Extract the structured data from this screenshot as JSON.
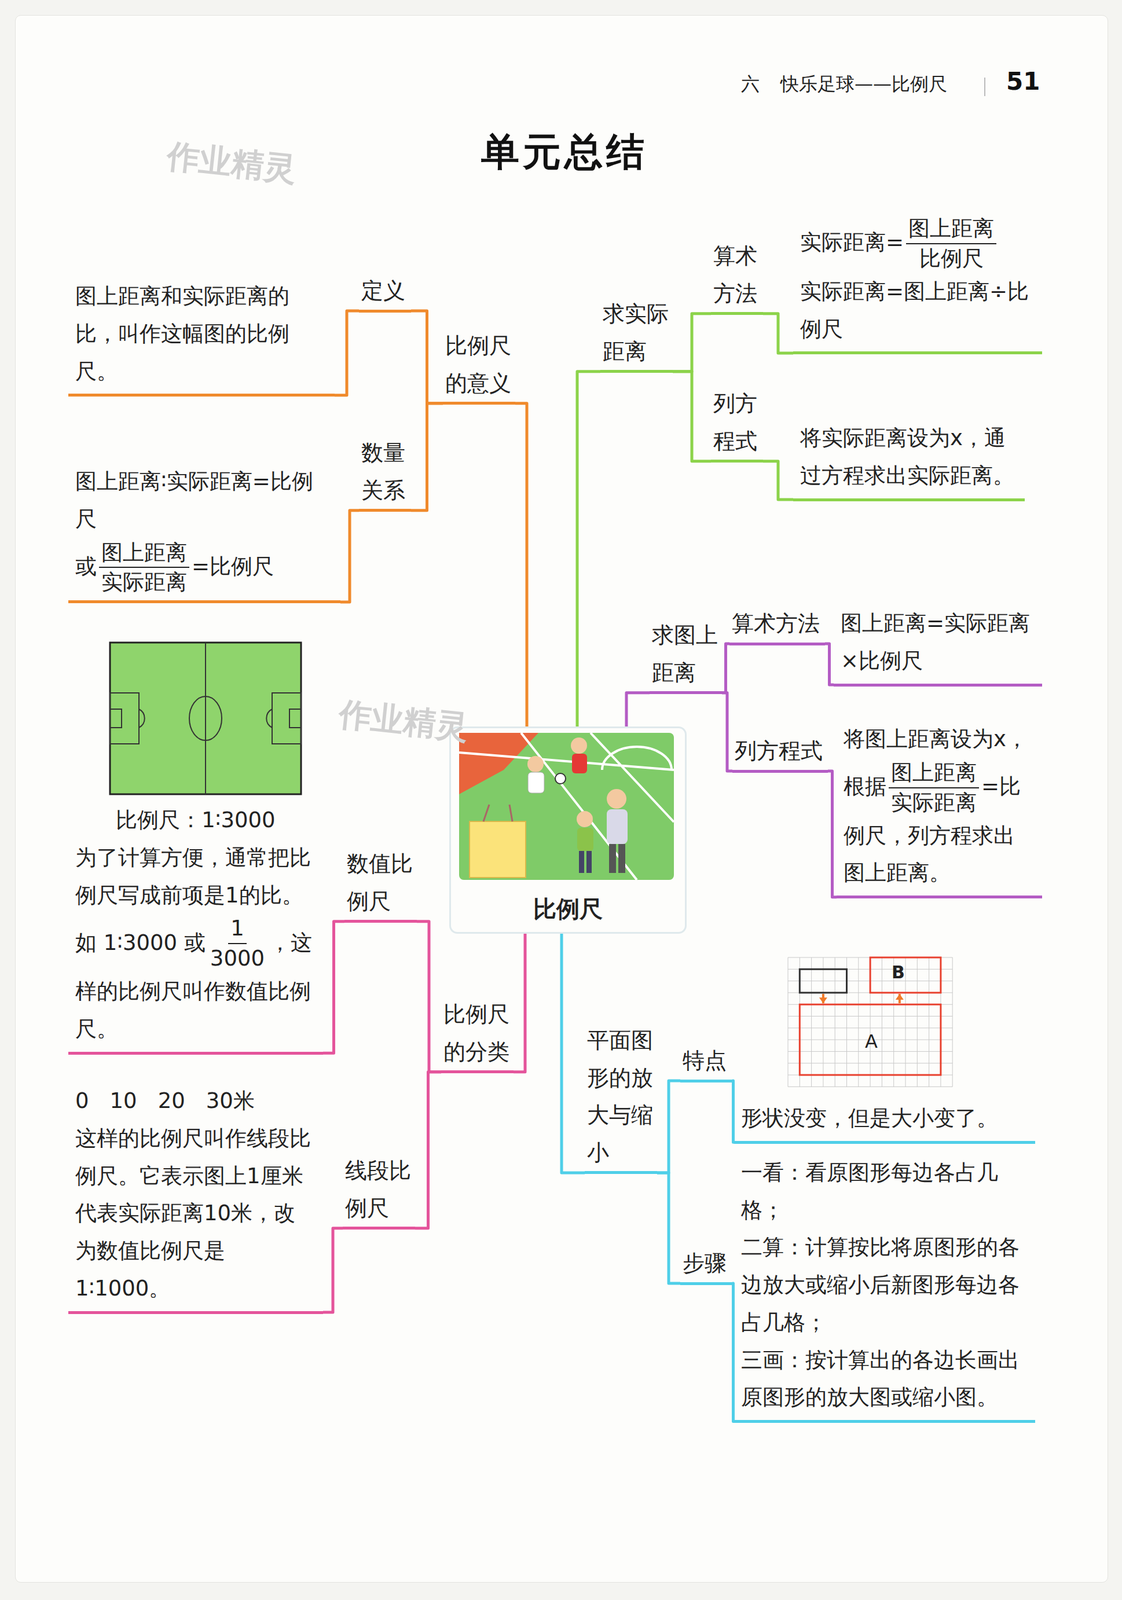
{
  "diagram": {
    "title": "单元总结",
    "nodes": [
      {
        "text": [
          "比例尺"
        ]
      },
      {
        "text": [
          "比例尺的意义"
        ]
      },
      {
        "text": [
          "定义"
        ]
      },
      {
        "text": [
          "图上距离和实际距离的比，叫作这幅图的比例尺。"
        ]
      },
      {
        "text": [
          "数量关系"
        ]
      },
      {
        "text": [
          "图上距离∶实际距离=比例尺",
          "或",
          "图上距离",
          "实际距离",
          "=比例尺"
        ]
      },
      {
        "text": [
          "比例尺的分类"
        ]
      },
      {
        "text": [
          "数值比例尺"
        ]
      },
      {
        "text": [
          "比例尺：1∶3000",
          "为了计算方便，通常把比例尺写成前项是1的比。",
          "如 1∶3000 或",
          "1",
          "3000",
          "，这样的比例尺叫作数值比例尺。"
        ]
      },
      {
        "text": [
          "线段比例尺"
        ]
      },
      {
        "text": [
          "0",
          "10",
          "20",
          "30米",
          "这样的比例尺叫作线段比例尺。它表示图上1厘米代表实际距离10米，改为数值比例尺是1∶1000。"
        ]
      },
      {
        "text": [
          "求实际距离"
        ]
      },
      {
        "text": [
          "算术方法"
        ]
      },
      {
        "text": [
          "实际距离=",
          "图上距离",
          "比例尺",
          "实际距离=图上距离÷比例尺"
        ]
      },
      {
        "text": [
          "列方程式"
        ]
      },
      {
        "text": [
          "将实际距离设为x，通过方程求出实际距离。"
        ]
      },
      {
        "text": [
          "求图上距离"
        ]
      },
      {
        "text": [
          "算术方法"
        ]
      },
      {
        "text": [
          "图上距离=实际距离×比例尺"
        ]
      },
      {
        "text": [
          "列方程式"
        ]
      },
      {
        "text": [
          "将图上距离设为x，根据",
          "图上距离",
          "实际距离",
          "=",
          "比例尺，列方程求出图上距离。"
        ]
      },
      {
        "text": [
          "平面图形的放大与缩小"
        ]
      },
      {
        "text": [
          "特点"
        ]
      },
      {
        "text": [
          "形状没变，但是大小变了。"
        ]
      },
      {
        "text": [
          "步骤"
        ]
      },
      {
        "text": [
          "一看：看原图形每边各占几格；",
          "二算：计算按比将原图形的各边放大或缩小后新图形每边各占几格；",
          "三画：按计算出的各边长画出原图形的放大图或缩小图。"
        ]
      }
    ],
    "edges": [
      {
        "from": 0,
        "to": 1,
        "arrow": "none"
      },
      {
        "from": 1,
        "to": 2,
        "arrow": "none"
      },
      {
        "from": 2,
        "to": 3,
        "arrow": "none"
      },
      {
        "from": 1,
        "to": 4,
        "arrow": "none"
      },
      {
        "from": 4,
        "to": 5,
        "arrow": "none"
      },
      {
        "from": 0,
        "to": 6,
        "arrow": "none"
      },
      {
        "from": 6,
        "to": 7,
        "arrow": "none"
      },
      {
        "from": 7,
        "to": 8,
        "arrow": "none"
      },
      {
        "from": 6,
        "to": 9,
        "arrow": "none"
      },
      {
        "from": 9,
        "to": 10,
        "arrow": "none"
      },
      {
        "from": 0,
        "to": 11,
        "arrow": "none"
      },
      {
        "from": 11,
        "to": 12,
        "arrow": "none"
      },
      {
        "from": 12,
        "to": 13,
        "arrow": "none"
      },
      {
        "from": 11,
        "to": 14,
        "arrow": "none"
      },
      {
        "from": 14,
        "to": 15,
        "arrow": "none"
      },
      {
        "from": 0,
        "to": 16,
        "arrow": "none"
      },
      {
        "from": 16,
        "to": 17,
        "arrow": "none"
      },
      {
        "from": 17,
        "to": 18,
        "arrow": "none"
      },
      {
        "from": 16,
        "to": 19,
        "arrow": "none"
      },
      {
        "from": 19,
        "to": 20,
        "arrow": "none"
      },
      {
        "from": 0,
        "to": 21,
        "arrow": "none"
      },
      {
        "from": 21,
        "to": 22,
        "arrow": "none"
      },
      {
        "from": 22,
        "to": 23,
        "arrow": "none"
      },
      {
        "from": 21,
        "to": 24,
        "arrow": "none"
      },
      {
        "from": 24,
        "to": 25,
        "arrow": "none"
      }
    ],
    "labels": [
      "六",
      "快乐足球——比例尺",
      "51",
      "作业精灵",
      "作业精灵",
      "B",
      "A"
    ]
  }
}
